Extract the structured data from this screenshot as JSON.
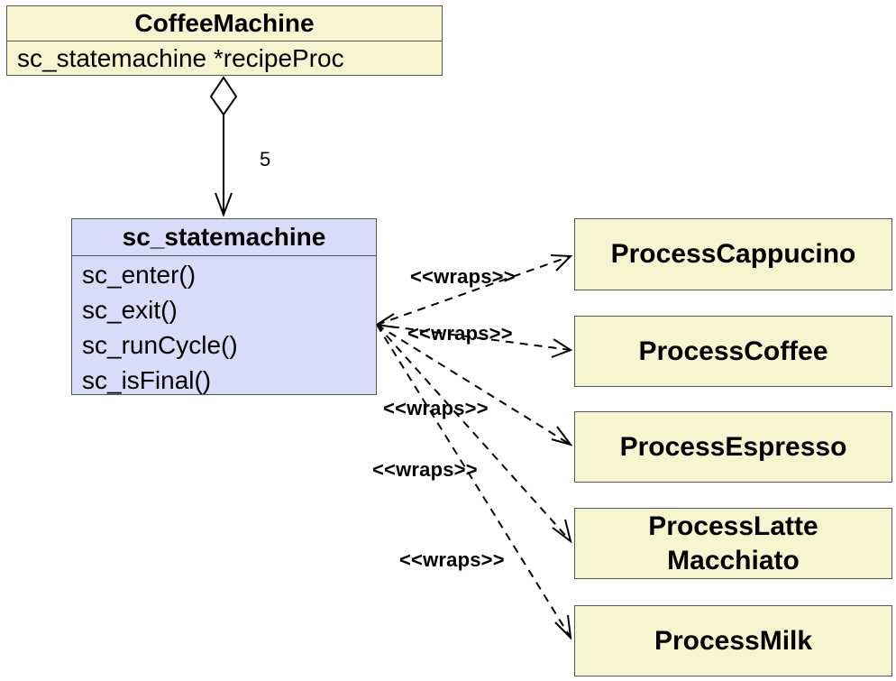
{
  "coffee_machine": {
    "name": "CoffeeMachine",
    "attribute": "sc_statemachine *recipeProc"
  },
  "aggregation": {
    "multiplicity": "5"
  },
  "statemachine": {
    "name": "sc_statemachine",
    "operations": [
      "sc_enter()",
      "sc_exit()",
      "sc_runCycle()",
      "sc_isFinal()"
    ]
  },
  "processes": [
    {
      "name": "ProcessCappucino"
    },
    {
      "name": "ProcessCoffee"
    },
    {
      "name": "ProcessEspresso"
    },
    {
      "name_line1": "ProcessLatte",
      "name_line2": "Macchiato"
    },
    {
      "name": "ProcessMilk"
    }
  ],
  "wraps_labels": [
    "<<wraps>>",
    "<<wraps>>",
    "<<wraps>>",
    "<<wraps>>",
    "<<wraps>>"
  ],
  "colors": {
    "class_fill": "#f6f5d0",
    "statemachine_fill": "#d9dcf8",
    "border": "#555555"
  }
}
